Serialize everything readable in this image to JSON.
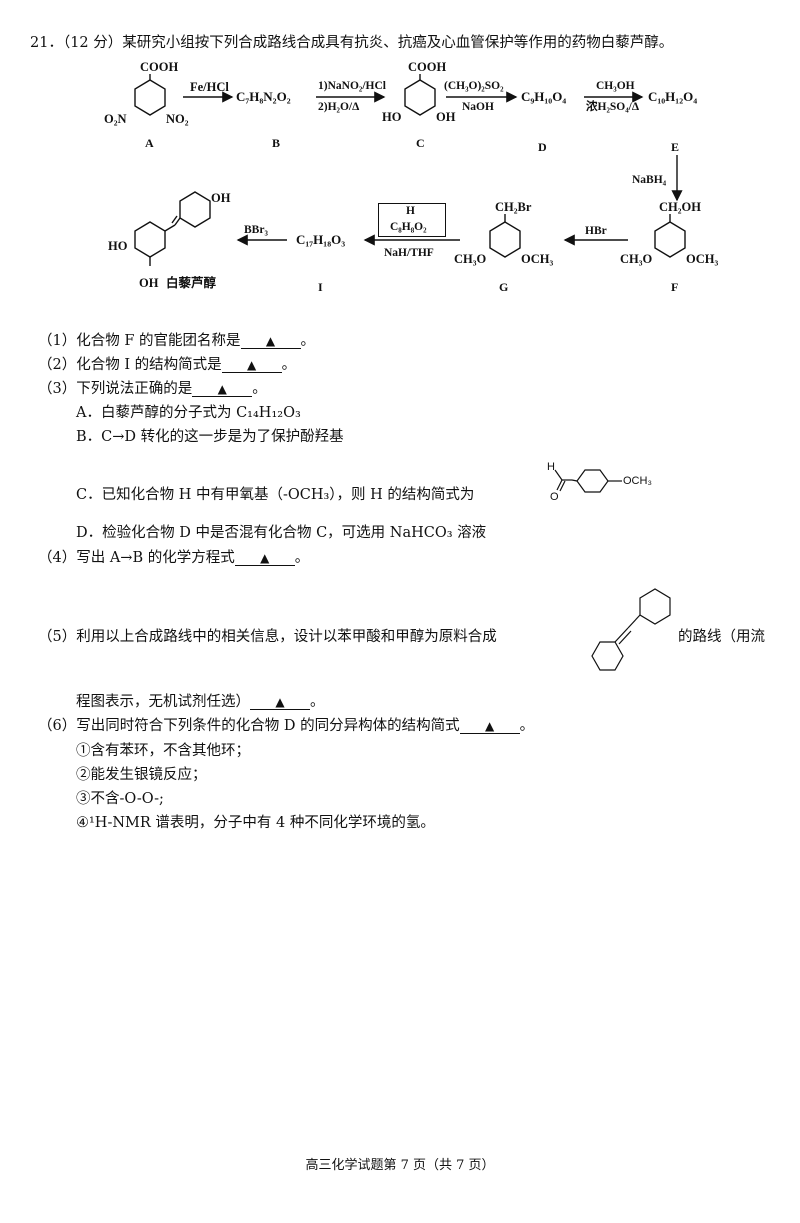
{
  "question": {
    "number": "21．",
    "intro": "（12 分）某研究小组按下列合成路线合成具有抗炎、抗癌及心血管保护等作用的药物白藜芦醇。"
  },
  "scheme": {
    "A": {
      "label": "A",
      "top": "COOH",
      "left": "O₂N",
      "right": "NO₂"
    },
    "step1": "Fe/HCl",
    "B": {
      "label": "B",
      "formula": "C₇H₈N₂O₂"
    },
    "step2a": "1)NaNO₂/HCl",
    "step2b": "2)H₂O/Δ",
    "C": {
      "label": "C",
      "top": "COOH",
      "left": "HO",
      "right": "OH"
    },
    "step3a": "(CH₃O)₂SO₂",
    "step3b": "NaOH",
    "D": {
      "label": "D",
      "formula": "C₉H₁₀O₄"
    },
    "step4a": "CH₃OH",
    "step4b": "浓H₂SO₄/Δ",
    "E": {
      "label": "E",
      "formula": "C₁₀H₁₂O₄"
    },
    "step5": "NaBH₄",
    "F": {
      "label": "F",
      "top": "CH₂OH",
      "left": "CH₃O",
      "right": "OCH₃"
    },
    "step6": "HBr",
    "G": {
      "label": "G",
      "top": "CH₂Br",
      "left": "CH₃O",
      "right": "OCH₃"
    },
    "step7a": "H",
    "step7b": "C₈H₈O₂",
    "step7c": "NaH/THF",
    "I": {
      "label": "I",
      "formula": "C₁₇H₁₈O₃"
    },
    "step8": "BBr₃",
    "product": {
      "oh1": "OH",
      "oh2": "HO",
      "oh3": "OH",
      "name": "白藜芦醇"
    }
  },
  "blank_mark": "▲",
  "q1": "（1）化合物 F 的官能团名称是",
  "q2": "（2）化合物 I 的结构简式是",
  "q3": "（3）下列说法正确的是",
  "optA": "A．白藜芦醇的分子式为 C₁₄H₁₂O₃",
  "optB": "B．C→D 转化的这一步是为了保护酚羟基",
  "optC": "C．已知化合物 H 中有甲氧基（-OCH₃），则 H 的结构简式为",
  "optC_struct": {
    "h": "H",
    "o": "O",
    "och3": "OCH₃"
  },
  "optD": "D．检验化合物 D 中是否混有化合物 C，可选用 NaHCO₃ 溶液",
  "q4": "（4）写出 A→B 的化学方程式",
  "q5a": "（5）利用以上合成路线中的相关信息，设计以苯甲酸和甲醇为原料合成",
  "q5b": "的路线（用流",
  "q5c": "程图表示，无机试剂任选）",
  "q6": "（6）写出同时符合下列条件的化合物 D 的同分异构体的结构简式",
  "conds": [
    "①含有苯环，不含其他环；",
    "②能发生银镜反应；",
    "③不含-O-O-;",
    "④¹H-NMR 谱表明，分子中有 4 种不同化学环境的氢。"
  ],
  "period": "。",
  "footer": "高三化学试题第 7 页（共 7 页）"
}
